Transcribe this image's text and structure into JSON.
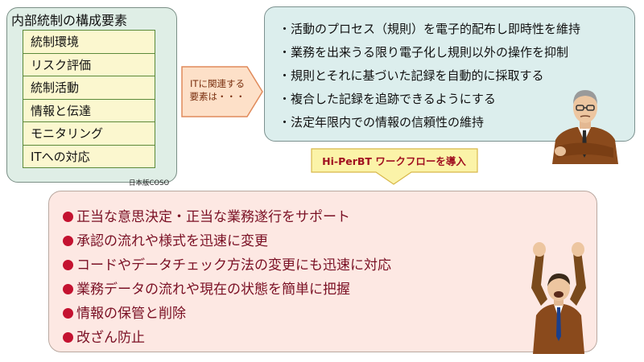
{
  "coso": {
    "title": "内部統制の構成要素",
    "items": [
      "統制環境",
      "リスク評価",
      "統制活動",
      "情報と伝達",
      "モニタリング",
      "ITへの対応"
    ],
    "source": "日本版COSO"
  },
  "callout": {
    "line1": "ITに関連する",
    "line2": "要素は・・・"
  },
  "requirements": [
    "・活動のプロセス（規則）を電子的配布し即時性を維持",
    "・業務を出来うる限り電子化し規則以外の操作を抑制",
    "・規則とそれに基づいた記録を自動的に採取する",
    "・複合した記録を追跡できるようにする",
    "・法定年限内での情報の信頼性の維持"
  ],
  "banner": {
    "label": "Hi-PerBT ワークフローを導入"
  },
  "benefits": [
    "正当な意思決定・正当な業務遂行をサポート",
    "承認の流れや様式を迅速に変更",
    "コードやデータチェック方法の変更にも迅速に対応",
    "業務データの流れや現在の状態を簡単に把握",
    "情報の保管と削除",
    "改ざん防止"
  ],
  "colors": {
    "benefit_text": "#7a1024",
    "bullet": "#c41230",
    "banner_text": "#a01020"
  }
}
